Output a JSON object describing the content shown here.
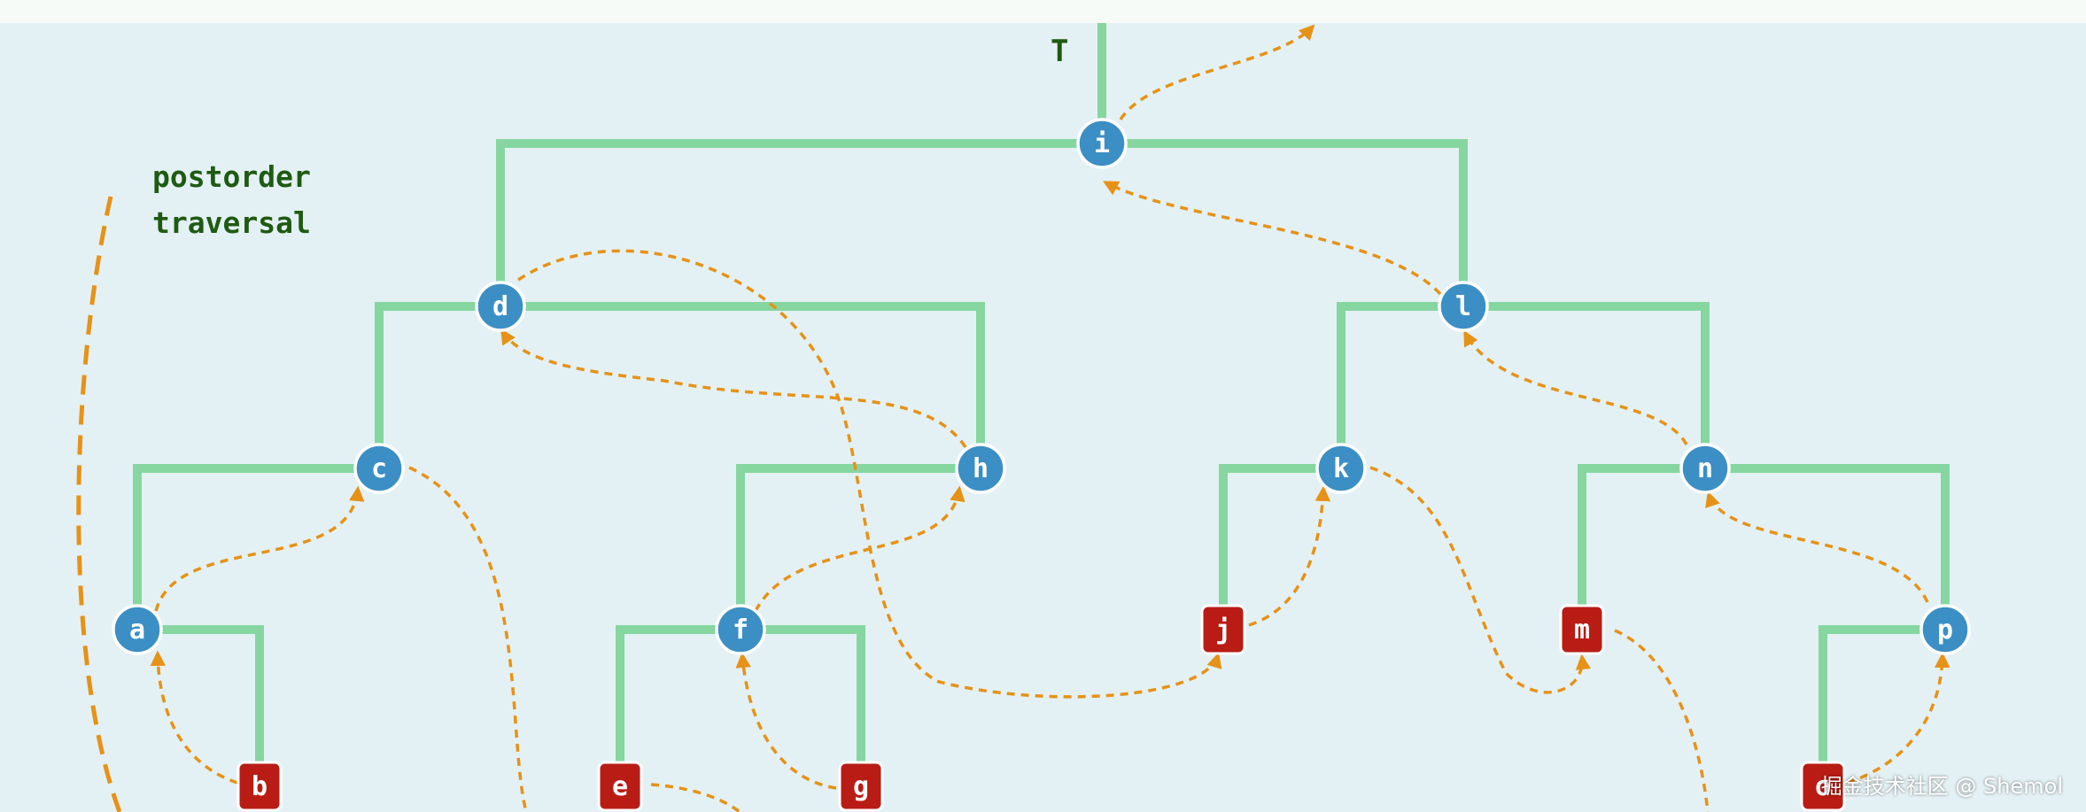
{
  "root_label": "T",
  "caption": [
    "postorder",
    "traversal"
  ],
  "watermark": "掘金技术社区 @ Shemol",
  "colors": {
    "edge": "#86d6a0",
    "internal_node": "#3b8fc5",
    "leaf_node": "#b81c14",
    "traversal_path": "#e69217",
    "label": "#1f5a12"
  },
  "tree": {
    "root": "i",
    "internal_nodes": [
      "i",
      "d",
      "l",
      "c",
      "h",
      "k",
      "n",
      "a",
      "f",
      "p"
    ],
    "leaf_nodes": [
      "b",
      "e",
      "g",
      "j",
      "m",
      "o"
    ],
    "edges": [
      [
        "i",
        "d"
      ],
      [
        "i",
        "l"
      ],
      [
        "d",
        "c"
      ],
      [
        "d",
        "h"
      ],
      [
        "c",
        "a"
      ],
      [
        "a",
        "b"
      ],
      [
        "h",
        "f"
      ],
      [
        "f",
        "e"
      ],
      [
        "f",
        "g"
      ],
      [
        "l",
        "k"
      ],
      [
        "l",
        "n"
      ],
      [
        "k",
        "j"
      ],
      [
        "n",
        "m"
      ],
      [
        "n",
        "p"
      ],
      [
        "p",
        "o"
      ]
    ]
  },
  "traversal_order": [
    "b",
    "a",
    "c",
    "e",
    "g",
    "f",
    "h",
    "d",
    "j",
    "k",
    "m",
    "o",
    "p",
    "n",
    "l",
    "i"
  ]
}
